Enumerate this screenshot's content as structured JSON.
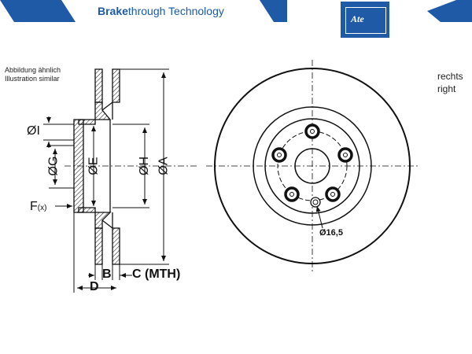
{
  "header": {
    "brand_bold": "Brake",
    "brand_rest": "through Technology",
    "logo_text": "Ate"
  },
  "notes": {
    "line1": "Abbildung ähnlich",
    "line2": "Illustration similar"
  },
  "side_label": {
    "line1": "rechts",
    "line2": "right"
  },
  "dimensions": {
    "I": "ØI",
    "G": "ØG",
    "E": "ØE",
    "H": "ØH",
    "A": "ØA",
    "F": "F",
    "F_sub": "(x)",
    "B": "B",
    "C": "C (MTH)",
    "D": "D",
    "hole": "Ø16,5"
  },
  "colors": {
    "brand_blue": "#1f5aa6",
    "line": "#111111"
  }
}
